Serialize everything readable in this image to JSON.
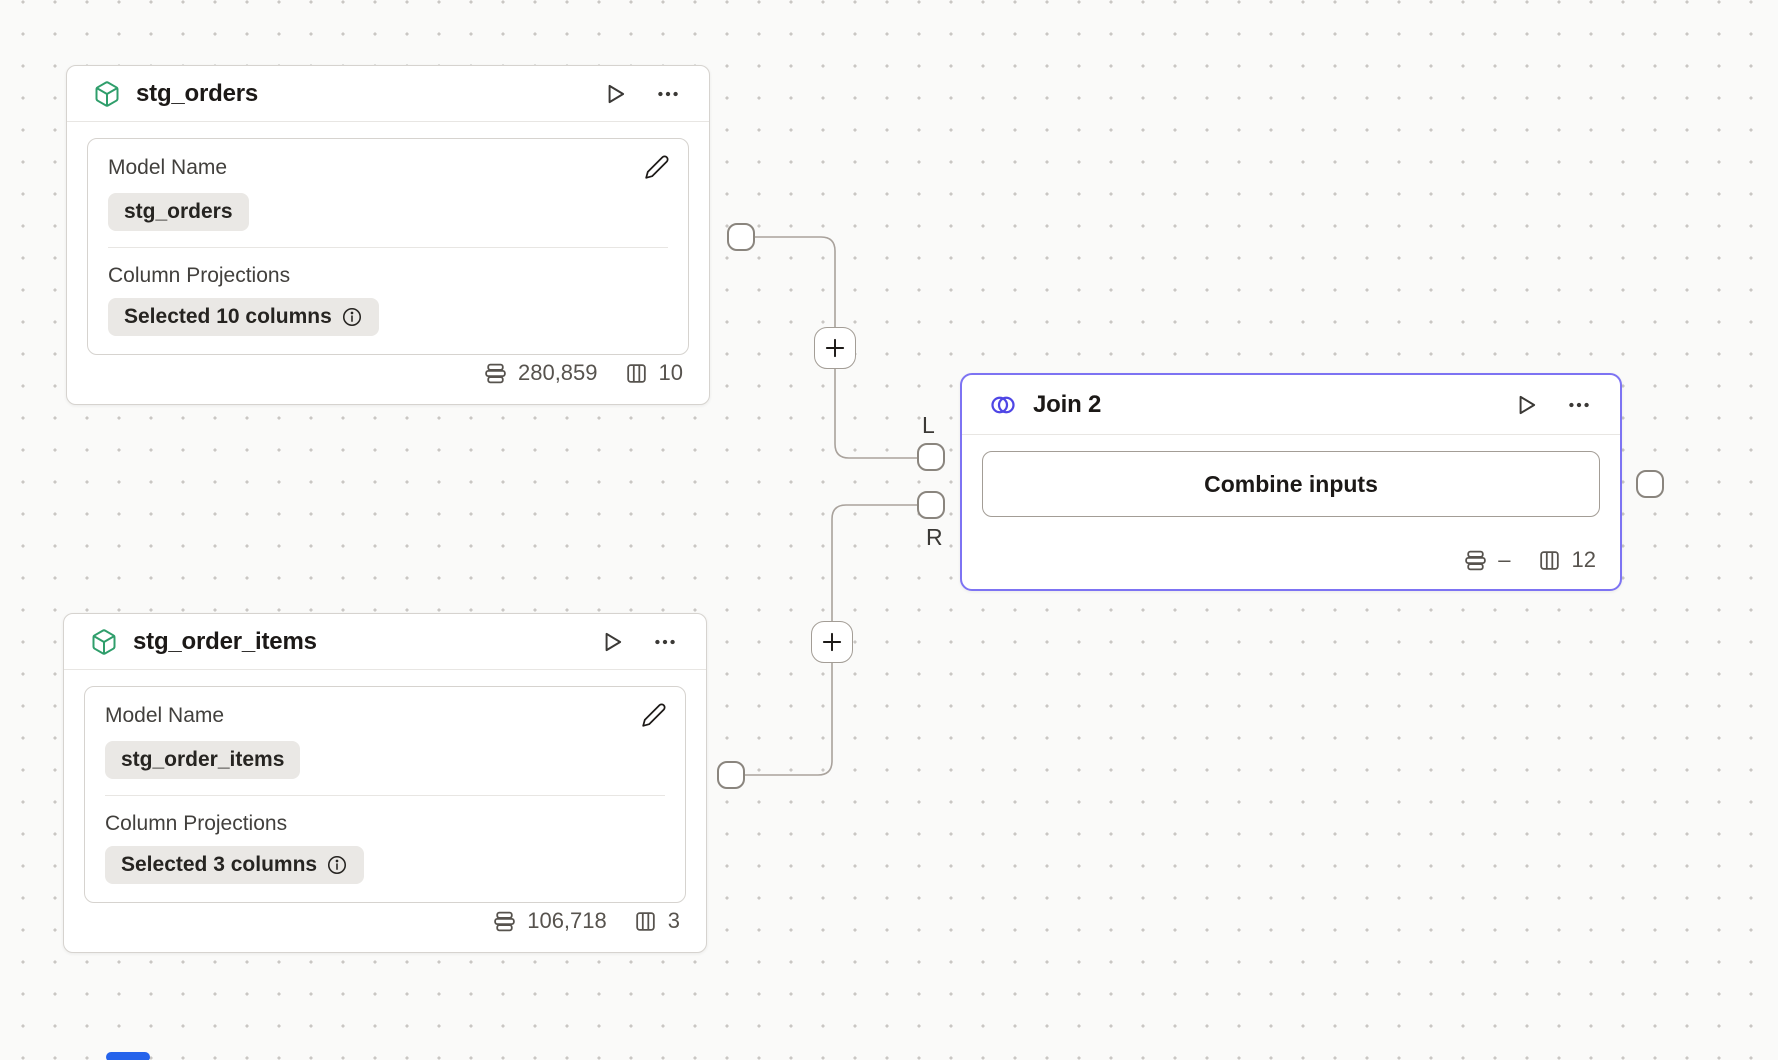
{
  "canvas": {
    "background": "#fafaf9",
    "dot_color": "#c9c7c4"
  },
  "colors": {
    "model_icon_green": "#2f9e6b",
    "join_accent_border": "#7d73f3",
    "join_icon_indigo": "#4f46e5",
    "wire_gray": "#a9a29c",
    "scroll_indicator_blue": "#2563eb"
  },
  "icons": {
    "model_node": "cube-icon",
    "join_node": "join-circles-icon",
    "run": "play-icon",
    "menu": "ellipsis-icon",
    "edit": "pencil-icon",
    "info": "info-icon",
    "rows": "rows-icon",
    "columns": "columns-icon",
    "add_connector": "plus-icon"
  },
  "nodes": {
    "stg_orders": {
      "title": "stg_orders",
      "model_name_label": "Model Name",
      "model_name_value": "stg_orders",
      "projections_label": "Column Projections",
      "projections_value": "Selected 10 columns",
      "stats": {
        "rows": "280,859",
        "columns": "10"
      }
    },
    "stg_order_items": {
      "title": "stg_order_items",
      "model_name_label": "Model Name",
      "model_name_value": "stg_order_items",
      "projections_label": "Column Projections",
      "projections_value": "Selected 3 columns",
      "stats": {
        "rows": "106,718",
        "columns": "3"
      }
    },
    "join": {
      "title": "Join 2",
      "combine_button_label": "Combine inputs",
      "stats": {
        "rows": "–",
        "columns": "12"
      }
    }
  },
  "connectors": {
    "left_port_label": "L",
    "right_port_label": "R"
  }
}
